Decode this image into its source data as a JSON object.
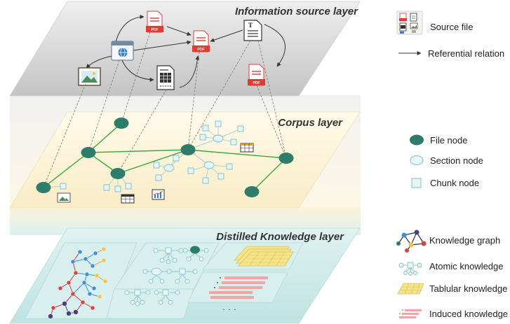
{
  "layers": {
    "source": "Information source layer",
    "corpus": "Corpus layer",
    "knowledge": "Distilled Knowledge layer"
  },
  "legend": {
    "source_file": "Source file",
    "referential_relation": "Referential relation",
    "file_node": "File node",
    "section_node": "Section node",
    "chunk_node": "Chunk node",
    "knowledge_graph": "Knowledge graph",
    "atomic_knowledge": "Atomic knowledge",
    "tabular_knowledge": "Tablular knowledge",
    "induced_knowledge": "Induced knowledge"
  },
  "labels": {
    "pdf": "PDF",
    "text_doc": "T",
    "ellipsis": "· · ·"
  },
  "colors": {
    "source_plane": "#c9c9c9",
    "corpus_plane": "#fbf1d6",
    "knowledge_plane": "#cde8e8",
    "file_node": "#2e7d6b",
    "section_node": "#e4f6f7",
    "chunk_node": "#e4f6f7",
    "link": "#3aa83a",
    "pdf_red": "#e53935",
    "table_yellow": "#f5e58a",
    "induced_pink": "#f4a4a4"
  }
}
